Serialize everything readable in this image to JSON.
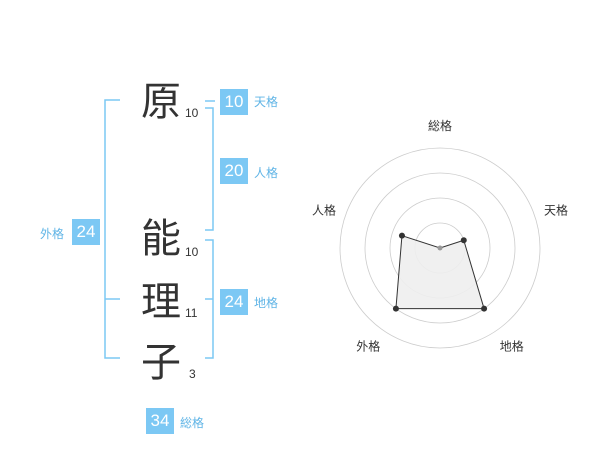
{
  "name": {
    "characters": [
      {
        "char": "原",
        "strokes": "10"
      },
      {
        "char": "能",
        "strokes": "10"
      },
      {
        "char": "理",
        "strokes": "11"
      },
      {
        "char": "子",
        "strokes": "3"
      }
    ]
  },
  "kakusu": {
    "tenkaku": {
      "value": "10",
      "label": "天格"
    },
    "jinkaku": {
      "value": "20",
      "label": "人格"
    },
    "chikaku": {
      "value": "24",
      "label": "地格"
    },
    "gaikaku": {
      "value": "24",
      "label": "外格"
    },
    "soukaku": {
      "value": "34",
      "label": "総格"
    }
  },
  "radar": {
    "axes": [
      "総格",
      "天格",
      "地格",
      "外格",
      "人格"
    ],
    "values": [
      0.0,
      0.25,
      0.75,
      0.75,
      0.4
    ],
    "colors": {
      "ring": "#cccccc",
      "fill": "#eeeeee",
      "line": "#333333",
      "point": "#333333",
      "center": "#999999"
    }
  },
  "colors": {
    "accent": "#7cc8f4",
    "accent_text": "#5fb4e6",
    "bracket": "#7cc8f4"
  }
}
